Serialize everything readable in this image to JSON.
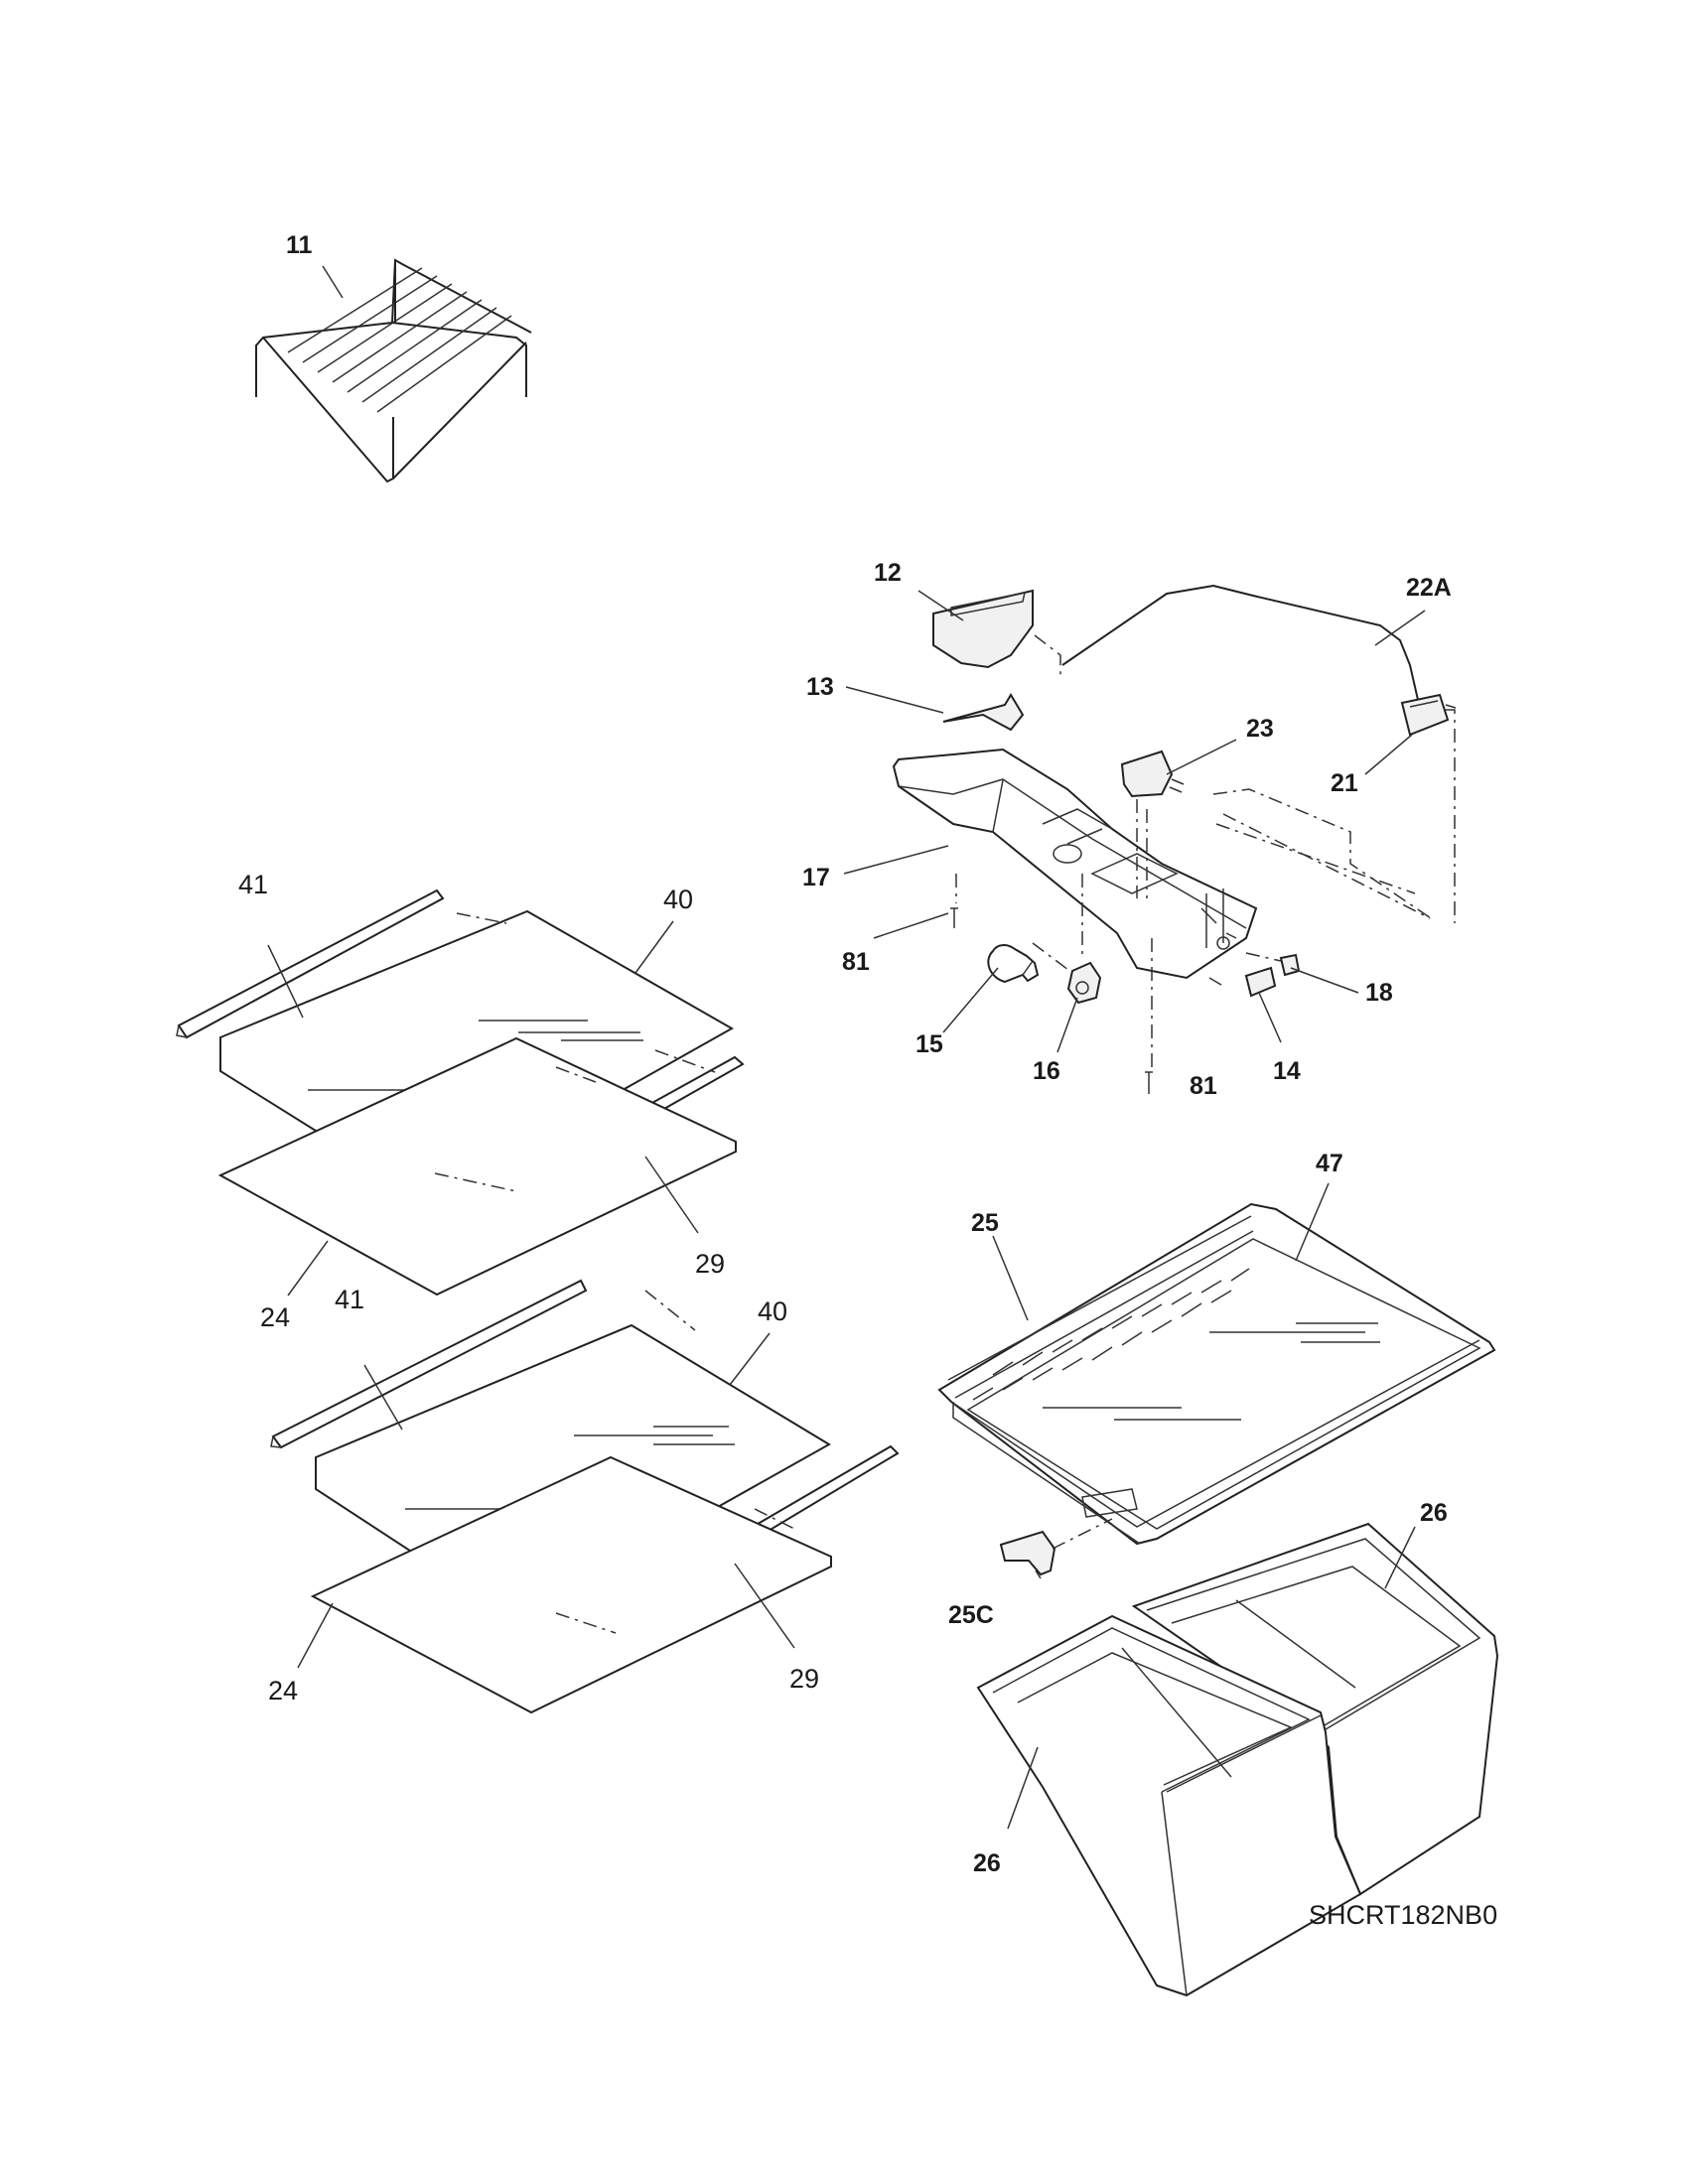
{
  "diagram_code": "SHCRT182NB0",
  "callouts": {
    "c11": "11",
    "c12": "12",
    "c13": "13",
    "c22a": "22A",
    "c23": "23",
    "c21": "21",
    "c17": "17",
    "c81a": "81",
    "c18": "18",
    "c15": "15",
    "c16": "16",
    "c81b": "81",
    "c14": "14",
    "c41a": "41",
    "c40a": "40",
    "c29a": "29",
    "c24a": "24",
    "c41b": "41",
    "c40b": "40",
    "c29b": "29",
    "c24b": "24",
    "c47": "47",
    "c25": "25",
    "c25c": "25C",
    "c26a": "26",
    "c26b": "26"
  }
}
